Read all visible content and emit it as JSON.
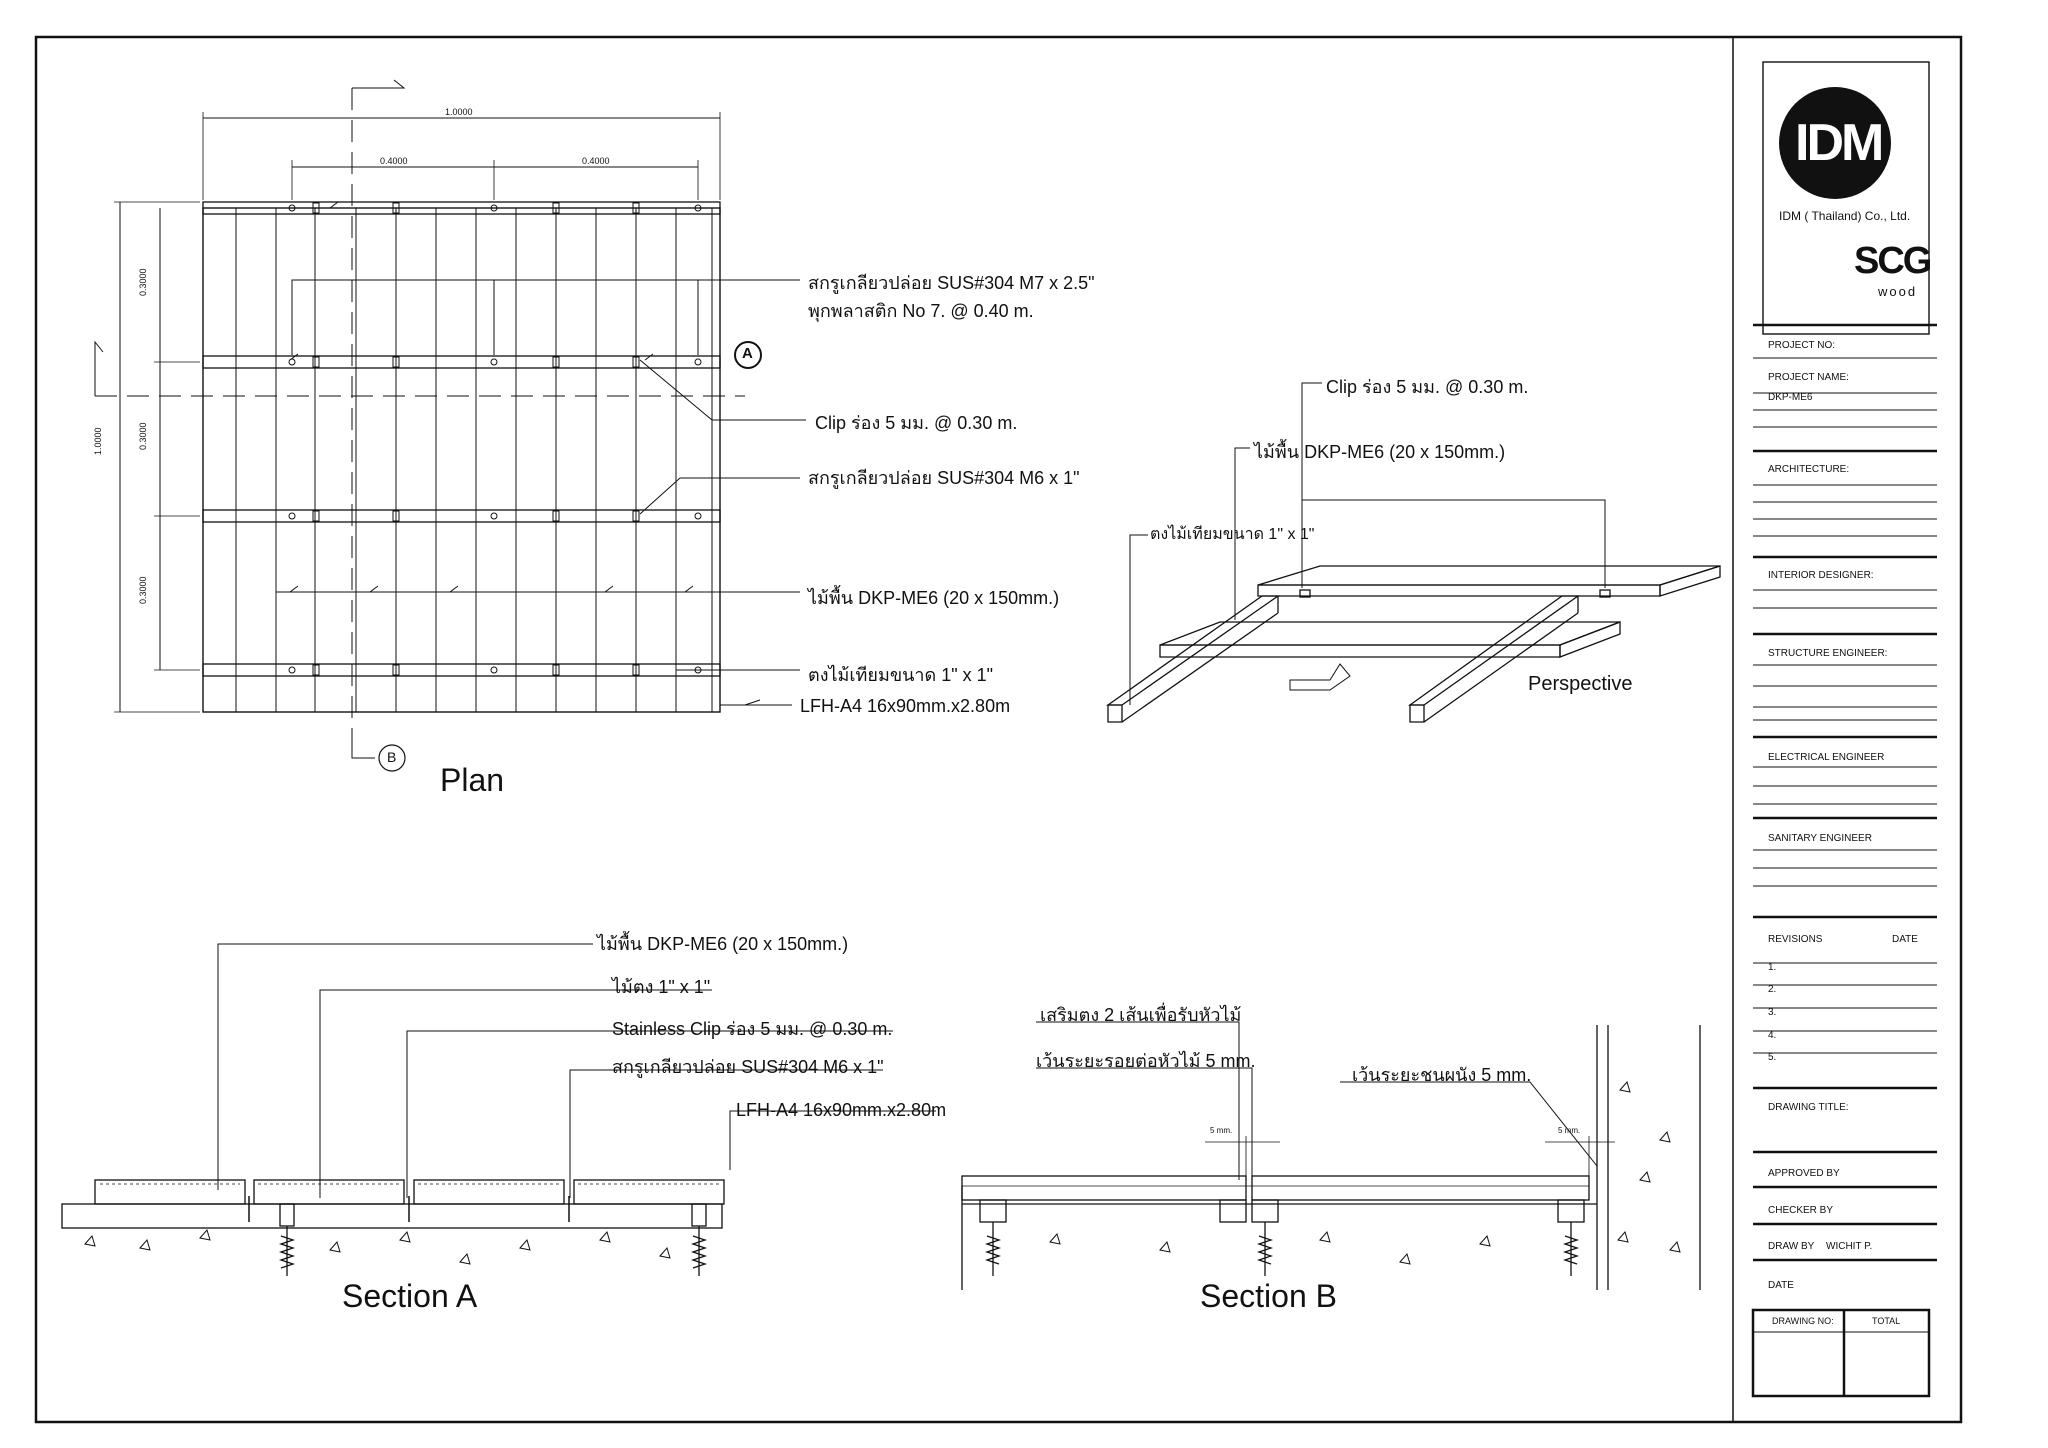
{
  "views": {
    "plan": {
      "title": "Plan"
    },
    "perspective": {
      "title": "Perspective"
    },
    "section_a": {
      "title": "Section A"
    },
    "section_b": {
      "title": "Section B"
    }
  },
  "plan": {
    "dim_overall_width": "1.0000",
    "dim_spacing_1": "0.4000",
    "dim_spacing_2": "0.4000",
    "dim_overall_height": "1.0000",
    "dim_row_1": "0.3000",
    "dim_row_2": "0.3000",
    "dim_row_3": "0.3000",
    "marker_a": "A",
    "marker_b": "B",
    "labels": {
      "screw_m7_line1": "สกรูเกลียวปล่อย SUS#304  M7 x 2.5\"",
      "screw_m7_line2": "พุกพลาสติก No 7. @ 0.40 m.",
      "clip": "Clip ร่อง 5 มม.  @ 0.30 m.",
      "screw_m6": "สกรูเกลียวปล่อย SUS#304  M6 x 1\"",
      "deck_board": "ไม้พื้น  DKP-ME6 (20 x 150mm.)",
      "joist": "ตงไม้เทียมขนาด 1\" x 1\"",
      "lfh": "LFH-A4 16x90mm.x2.80m"
    }
  },
  "perspective": {
    "labels": {
      "clip": "Clip ร่อง 5 มม.  @ 0.30 m.",
      "deck_board": "ไม้พื้น  DKP-ME6 (20 x 150mm.)",
      "joist": "ตงไม้เทียมขนาด 1\" x 1\""
    }
  },
  "section_a": {
    "labels": {
      "deck_board": "ไม้พื้น  DKP-ME6 (20 x 150mm.)",
      "joist": "ไม้ตง 1\" x 1\"",
      "clip": "Stainless Clip ร่อง 5 มม.  @ 0.30 m.",
      "screw": "สกรูเกลียวปล่อย SUS#304  M6 x 1\"",
      "lfh": "LFH-A4 16x90mm.x2.80m"
    }
  },
  "section_b": {
    "labels": {
      "extra_joist": "เสริมตง 2   เส้นเพื่อรับหัวไม้",
      "end_gap": "เว้นระยะรอยต่อหัวไม้ 5    mm.",
      "wall_gap": "เว้นระยะชนผนัง 5    mm.",
      "dim_gap_1": "5 mm.",
      "dim_gap_2": "5 mm."
    }
  },
  "title_block": {
    "logo_text": "IDM",
    "company": "IDM ( Thailand) Co., Ltd.",
    "brand": "SCG",
    "brand_sub": "wood",
    "project_no_label": "PROJECT  NO:",
    "project_name_label": "PROJECT  NAME:",
    "project_name_value": "DKP-ME6",
    "architecture_label": "ARCHITECTURE:",
    "interior_label": "INTERIOR  DESIGNER:",
    "structure_label": "STRUCTURE ENGINEER:",
    "electrical_label": "ELECTRICAL ENGINEER",
    "sanitary_label": "SANITARY  ENGINEER",
    "revisions_label": "REVISIONS",
    "date_header": "DATE",
    "revision_rows": [
      "1.",
      "2.",
      "3.",
      "4.",
      "5."
    ],
    "drawing_title_label": "DRAWING  TITLE:",
    "approved_label": "APPROVED BY",
    "checker_label": "CHECKER  BY",
    "draw_by_label": "DRAW  BY",
    "draw_by_value": "WICHIT P.",
    "date_label": "DATE",
    "drawing_no_label": "DRAWING NO:",
    "total_label": "TOTAL"
  }
}
